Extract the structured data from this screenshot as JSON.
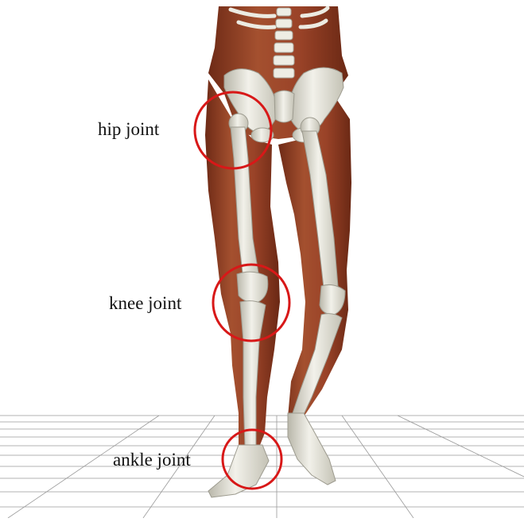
{
  "labels": {
    "hip": "hip joint",
    "knee": "knee joint",
    "ankle": "ankle joint"
  },
  "colors": {
    "background": "#ffffff",
    "highlight_circle": "#d81818",
    "muscle": "#9a4328",
    "muscle_dark": "#6e2a16",
    "bone": "#e9e8df",
    "bone_shade": "#b9b7aa",
    "grid_line": "#9a9a9a"
  },
  "icons": [
    "hip-joint-highlight-icon",
    "knee-joint-highlight-icon",
    "ankle-joint-highlight-icon"
  ]
}
